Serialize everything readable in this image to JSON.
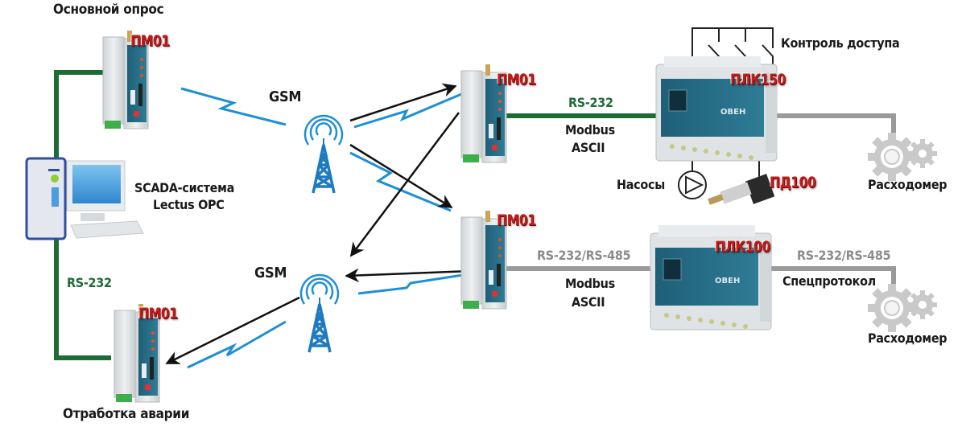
{
  "diagram": {
    "title_nodes": {
      "main_poll": "Основной опрос",
      "alarm_handling": "Отработка аварии",
      "scada_line1": "SCADA-система",
      "scada_line2": "Lectus OPC"
    },
    "modems": [
      {
        "id": "pm01-top-left",
        "tag": "ПМ01"
      },
      {
        "id": "pm01-bottom-left",
        "tag": "ПМ01"
      },
      {
        "id": "pm01-top-right",
        "tag": "ПМ01"
      },
      {
        "id": "pm01-bottom-right",
        "tag": "ПМ01"
      }
    ],
    "gsm_towers": [
      {
        "id": "gsm-top",
        "label": "GSM"
      },
      {
        "id": "gsm-bottom",
        "label": "GSM"
      }
    ],
    "links": {
      "pc_to_modem": "RS-232",
      "top_modem_plc": {
        "interface": "RS-232",
        "protocol_line1": "Modbus",
        "protocol_line2": "ASCII"
      },
      "bottom_modem_plc": {
        "interface": "RS-232/RS-485",
        "protocol_line1": "Modbus",
        "protocol_line2": "ASCII"
      },
      "plc100_flowmeter": {
        "interface": "RS-232/RS-485",
        "protocol": "Спецпротокол"
      }
    },
    "controllers": [
      {
        "id": "plc150",
        "tag": "ПЛК150"
      },
      {
        "id": "plc100",
        "tag": "ПЛК100"
      }
    ],
    "peripherals": {
      "access_control": "Контроль доступа",
      "pumps": "Насосы",
      "pressure_sensor_tag": "ПД100",
      "flowmeter_top": "Расходомер",
      "flowmeter_bottom": "Расходомер"
    },
    "colors": {
      "rs232_green": "#1d6b35",
      "rs485_gray": "#9a9a9a",
      "radio_blue": "#1e8fd6",
      "device_teal": "#2a6f86",
      "tag_red": "#c41c1c"
    }
  }
}
